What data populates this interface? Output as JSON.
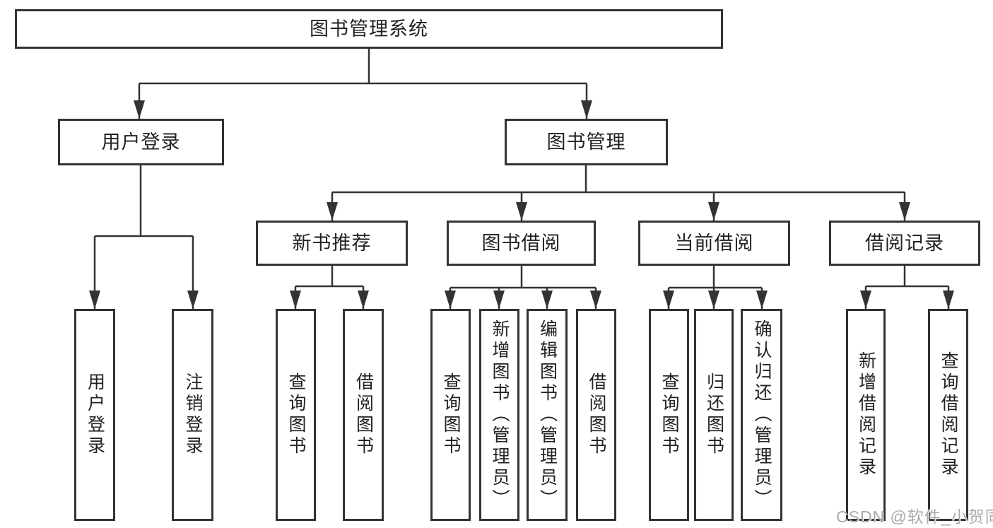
{
  "tree": {
    "root": {
      "label": "图书管理系统",
      "children": [
        {
          "label": "用户登录",
          "children": [
            {
              "label": "用户登录"
            },
            {
              "label": "注销登录"
            }
          ]
        },
        {
          "label": "图书管理",
          "children": [
            {
              "label": "新书推荐",
              "children": [
                {
                  "label": "查询图书"
                },
                {
                  "label": "借阅图书"
                }
              ]
            },
            {
              "label": "图书借阅",
              "children": [
                {
                  "label": "查询图书"
                },
                {
                  "label": "新增图书（管理员）"
                },
                {
                  "label": "编辑图书（管理员）"
                },
                {
                  "label": "借阅图书"
                }
              ]
            },
            {
              "label": "当前借阅",
              "children": [
                {
                  "label": "查询图书"
                },
                {
                  "label": "归还图书"
                },
                {
                  "label": "确认归还（管理员）"
                }
              ]
            },
            {
              "label": "借阅记录",
              "children": [
                {
                  "label": "新增借阅记录"
                },
                {
                  "label": "查询借阅记录"
                }
              ]
            }
          ]
        }
      ]
    }
  },
  "watermark": {
    "text": "CSDN @软件_小贺同学"
  },
  "colors": {
    "line": "#333333",
    "text": "#222222",
    "node_background": "#ffffff",
    "watermark": "#ababab"
  }
}
